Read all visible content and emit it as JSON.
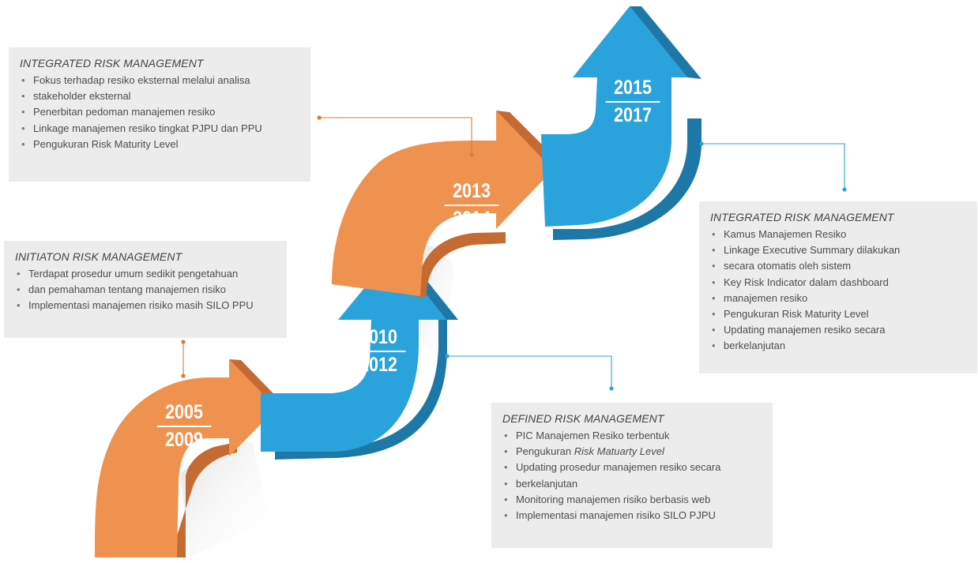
{
  "colors": {
    "orange": "#f0924f",
    "orange_dark": "#c56a33",
    "blue": "#2aa2dc",
    "blue_dark": "#1d78a8",
    "box_bg": "#ececec"
  },
  "periods": [
    {
      "start": "2005",
      "end": "2009"
    },
    {
      "start": "2010",
      "end": "2012"
    },
    {
      "start": "2013",
      "end": "2014"
    },
    {
      "start": "2015",
      "end": "2017"
    }
  ],
  "stages": {
    "initiation": {
      "title": "INITIATON RISK MANAGEMENT",
      "items": [
        "Terdapat prosedur umum sedikit pengetahuan",
        "dan pemahaman tentang manajemen risiko",
        "Implementasi manajemen risiko masih SILO PPU"
      ]
    },
    "defined": {
      "title": "DEFINED RISK MANAGEMENT",
      "items": [
        "PIC Manajemen Resiko terbentuk",
        "Pengukuran ",
        "Updating prosedur manajemen resiko secara",
        "berkelanjutan",
        "Monitoring manajemen risiko berbasis web",
        "Implementasi manajemen risiko SILO PJPU"
      ],
      "item2_italic": "Risk Matuarty Level"
    },
    "integrated_1": {
      "title": "INTEGRATED RISK MANAGEMENT",
      "items": [
        "Fokus terhadap resiko eksternal melalui analisa",
        "stakeholder eksternal",
        "Penerbitan pedoman manajemen resiko",
        "Linkage manajemen resiko tingkat PJPU dan PPU",
        "Pengukuran Risk Maturity Level"
      ]
    },
    "integrated_2": {
      "title": "INTEGRATED RISK MANAGEMENT",
      "items": [
        "Kamus Manajemen Resiko",
        "Linkage Executive Summary dilakukan",
        "secara otomatis oleh sistem",
        "Key Risk Indicator dalam dashboard",
        "manajemen resiko",
        "Pengukuran Risk Maturity Level",
        "Updating manajemen resiko secara",
        "berkelanjutan"
      ]
    }
  }
}
